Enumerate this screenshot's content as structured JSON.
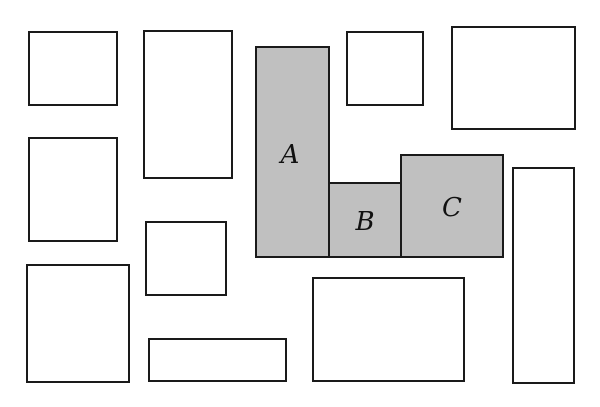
{
  "diagram": {
    "colors": {
      "stroke": "#1a1a1a",
      "fill": "#ffffff",
      "shaded_fill": "#c0c0c0"
    },
    "shaded_blocks": [
      {
        "id": "A",
        "label": "A"
      },
      {
        "id": "B",
        "label": "B"
      },
      {
        "id": "C",
        "label": "C"
      }
    ]
  }
}
